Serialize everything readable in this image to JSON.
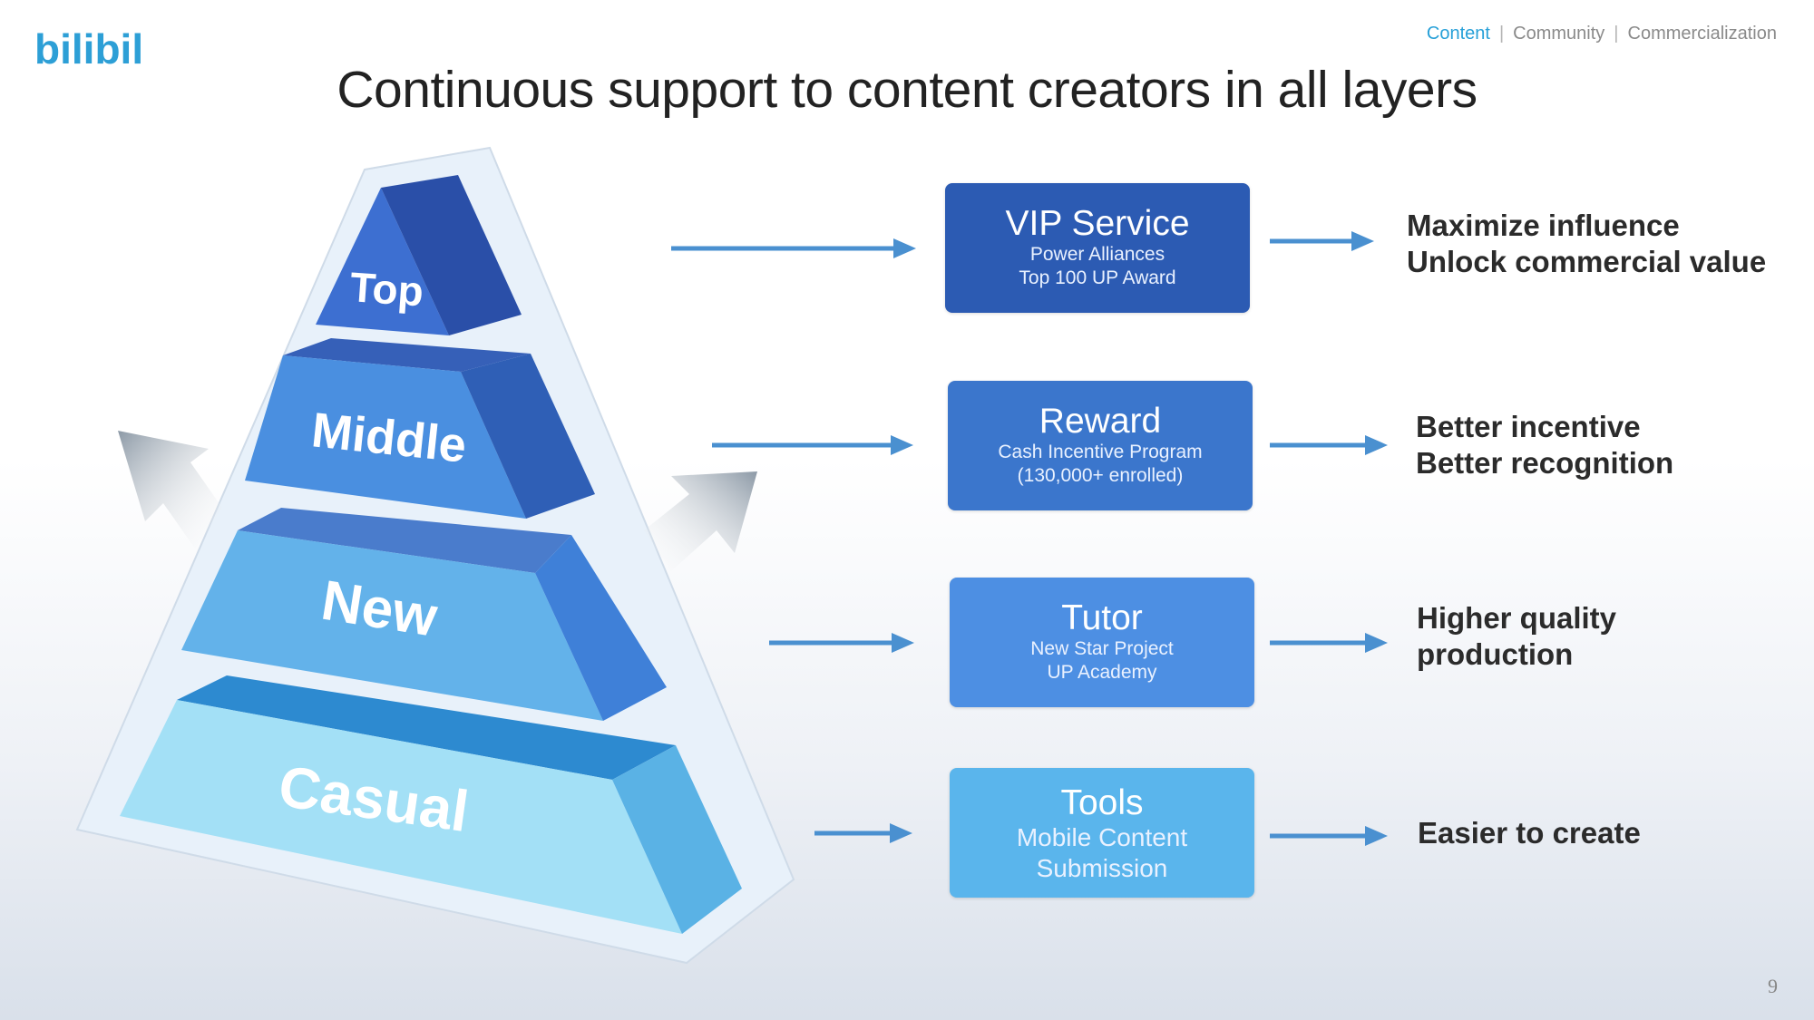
{
  "brand": {
    "logo_text": "bilibili",
    "logo_color": "#2d9fd6"
  },
  "nav": {
    "items": [
      {
        "label": "Content",
        "active": true
      },
      {
        "label": "Community",
        "active": false
      },
      {
        "label": "Commercialization",
        "active": false
      }
    ],
    "separator": "|"
  },
  "title": "Continuous support to content creators in all layers",
  "pyramid": {
    "layers": [
      {
        "label": "Top",
        "color": "#3d6fd1"
      },
      {
        "label": "Middle",
        "color": "#4a8fe0"
      },
      {
        "label": "New",
        "color": "#63b2ea"
      },
      {
        "label": "Casual",
        "color": "#a3e0f6"
      }
    ]
  },
  "programs": [
    {
      "title": "VIP Service",
      "lines": [
        "Power Alliances",
        "Top 100 UP Award"
      ],
      "color": "#2c5bb3",
      "outcome": [
        "Maximize influence",
        "Unlock commercial value"
      ]
    },
    {
      "title": "Reward",
      "lines": [
        "Cash Incentive Program",
        "(130,000+ enrolled)"
      ],
      "color": "#3b76cc",
      "outcome": [
        "Better incentive",
        "Better recognition"
      ]
    },
    {
      "title": "Tutor",
      "lines": [
        "New Star Project",
        "UP Academy"
      ],
      "color": "#4d8fe3",
      "outcome": [
        "Higher quality",
        "production"
      ]
    },
    {
      "title": "Tools",
      "lines": [
        "Mobile Content",
        "Submission"
      ],
      "color": "#5ab5ec",
      "outcome": [
        "Easier to create"
      ]
    }
  ],
  "arrow_color": "#4a90d0",
  "page_number": "9"
}
